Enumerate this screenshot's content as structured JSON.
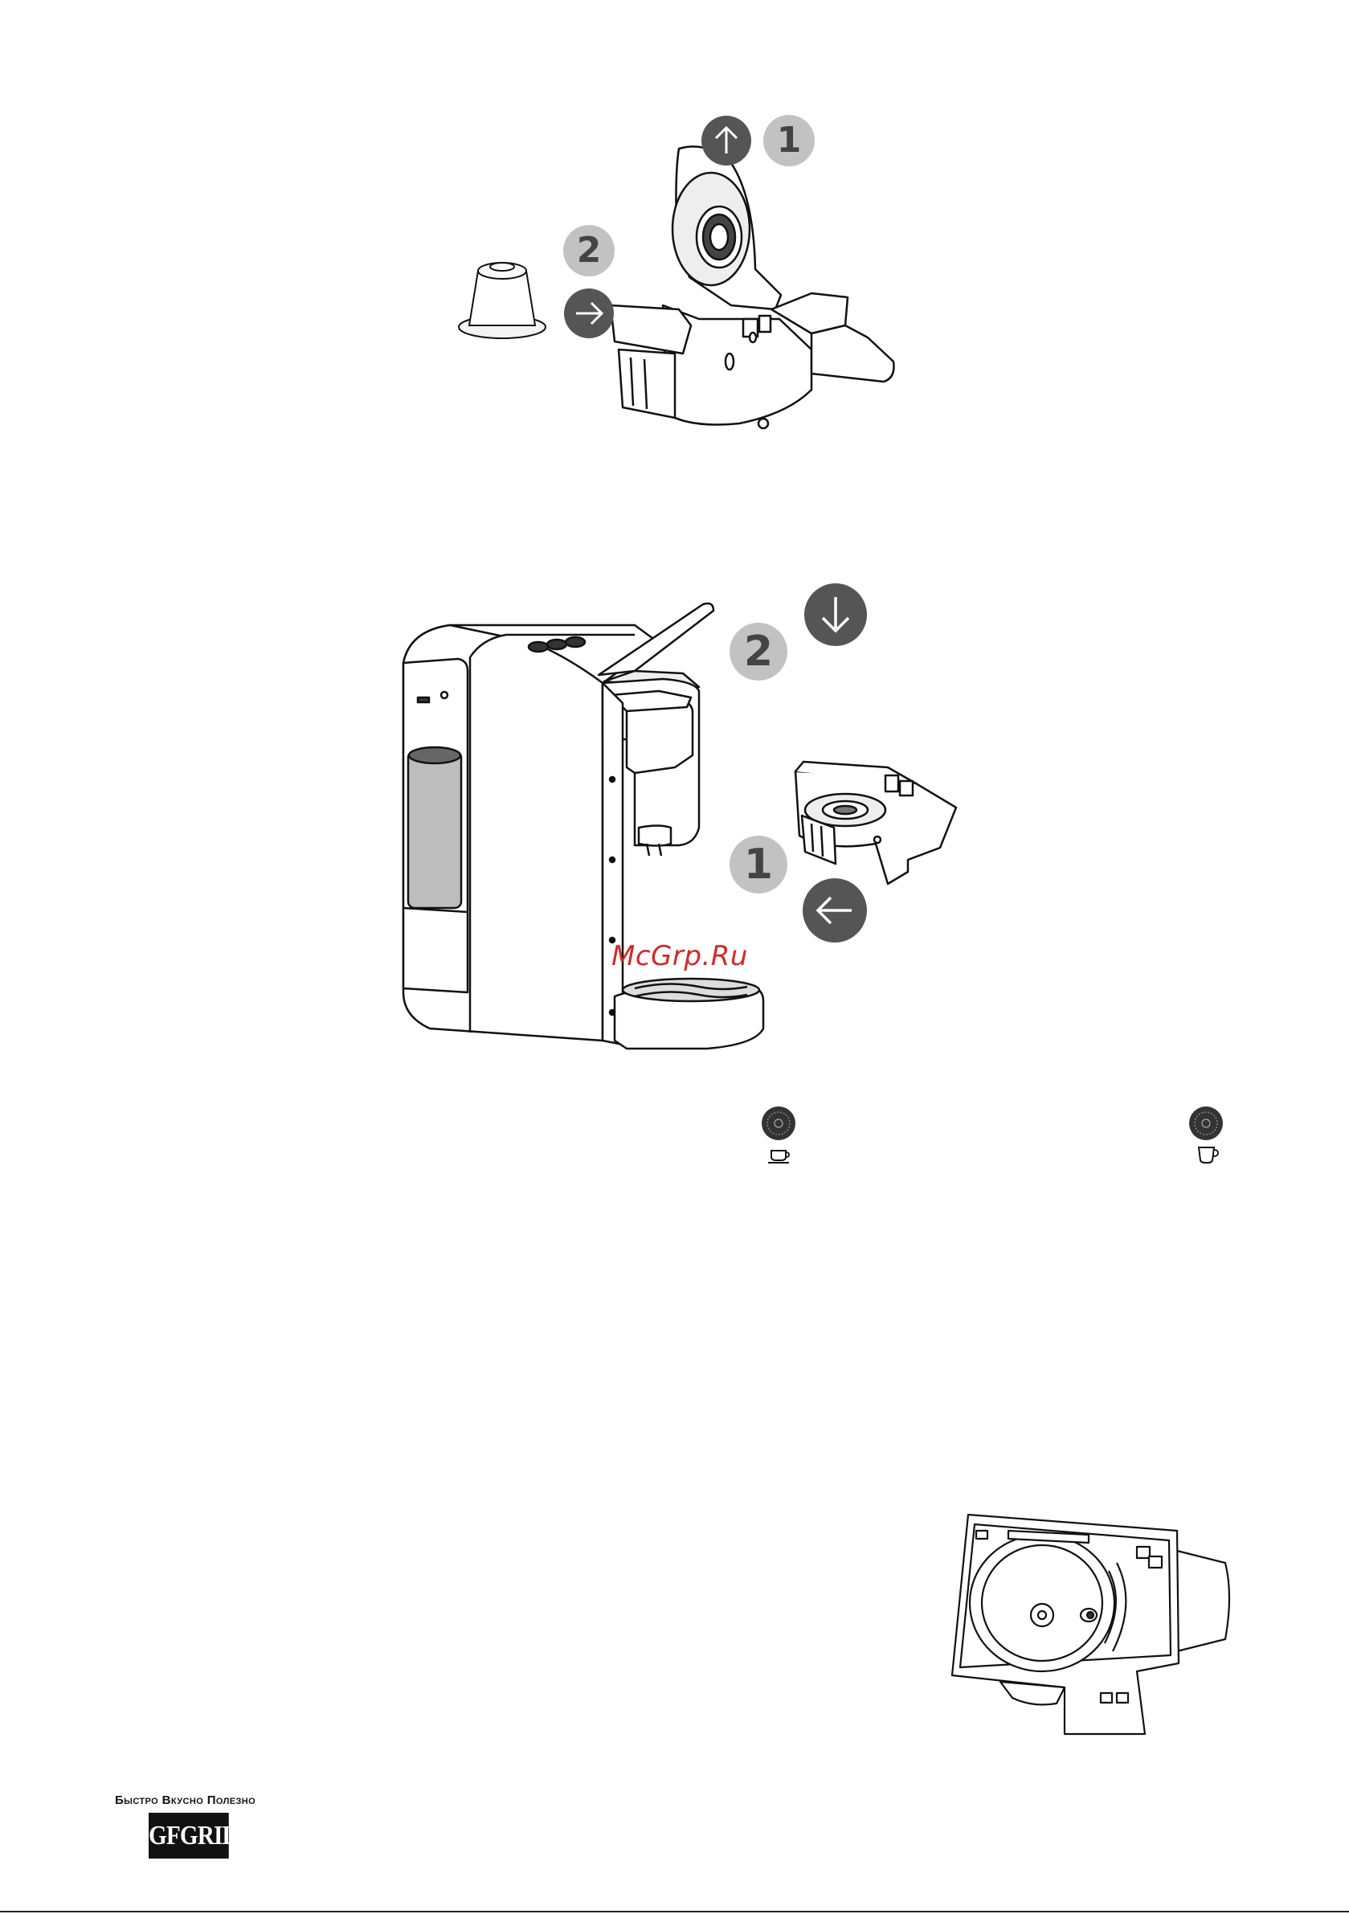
{
  "figure1": {
    "step1_number": "1",
    "step1_icon": "arrow-up-icon",
    "step2_number": "2",
    "step2_icon": "arrow-right-icon"
  },
  "figure2": {
    "step1_number": "1",
    "step1_icon": "arrow-left-icon",
    "step2_number": "2",
    "step2_icon": "arrow-down-icon"
  },
  "buttons_row": {
    "left_icon": "espresso-cup-icon",
    "right_icon": "lungo-cup-icon"
  },
  "watermark": "McGrp.Ru",
  "brand": {
    "tagline": "Быстро Вкусно Полезно",
    "logo": "GFGRIL"
  },
  "colors": {
    "dark_circle": "#555555",
    "light_circle": "#c2c2c2",
    "watermark": "#d42a2a"
  }
}
